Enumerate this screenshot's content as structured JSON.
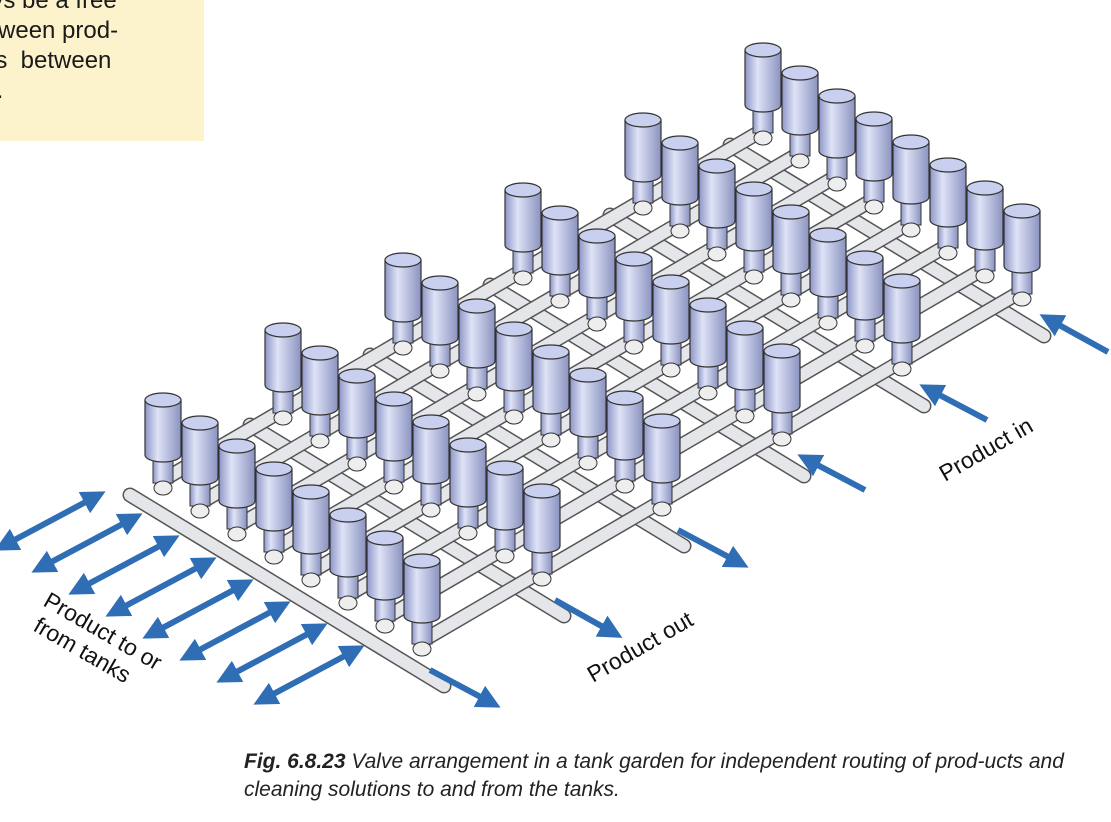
{
  "note_box": {
    "lines": [
      "ays be a free",
      "etween prod-",
      "ws  between",
      "ts."
    ]
  },
  "figure": {
    "labels": {
      "product_in": "Product in",
      "product_out": "Product out",
      "product_tanks_line1": "Product to or",
      "product_tanks_line2": "from tanks"
    },
    "valve_rows": 6,
    "valves_per_row": 8
  },
  "caption": {
    "number": "Fig. 6.8.23",
    "text": " Valve arrangement in a tank garden for independent routing of prod-ucts and cleaning solutions to and from the tanks."
  },
  "colors": {
    "arrow": "#2f6db5",
    "valve": "#b7bfe3",
    "pipe": "#e4e6ea",
    "note_bg": "#fcf3cc"
  }
}
